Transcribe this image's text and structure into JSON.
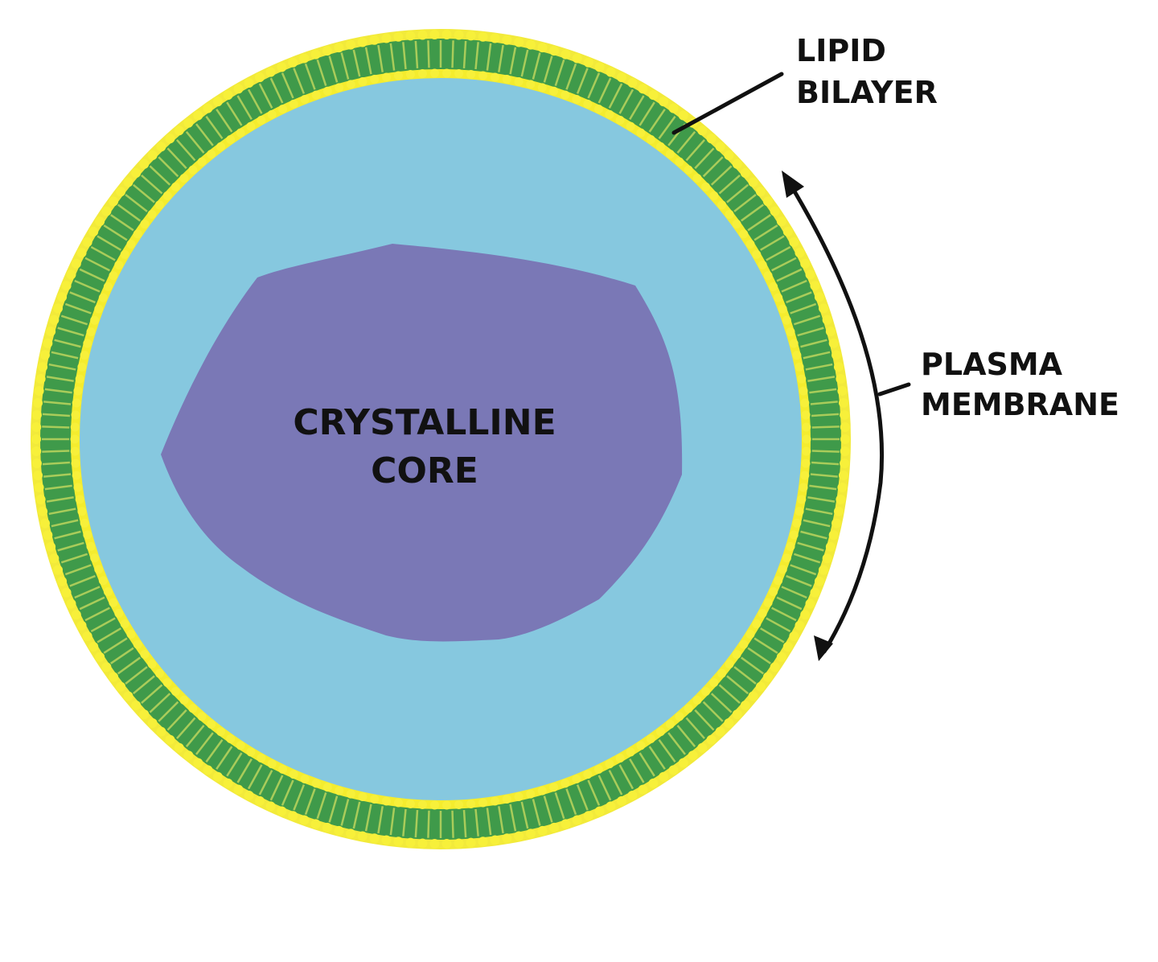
{
  "labels": {
    "core_line1": "CRYSTALLINE",
    "core_line2": "CORE",
    "lipid_line1": "LIPID",
    "lipid_line2": "BILAYER",
    "plasma_line1": "PLASMA",
    "plasma_line2": "MEMBRANE"
  },
  "colors": {
    "background": "#ffffff",
    "outer_yellow": "#f2ea3a",
    "bilayer_green": "#3f9a4a",
    "head_yellow": "#f4ec2e",
    "cytoplasm": "#86c8df",
    "core": "#7a78b6",
    "text": "#111111"
  }
}
